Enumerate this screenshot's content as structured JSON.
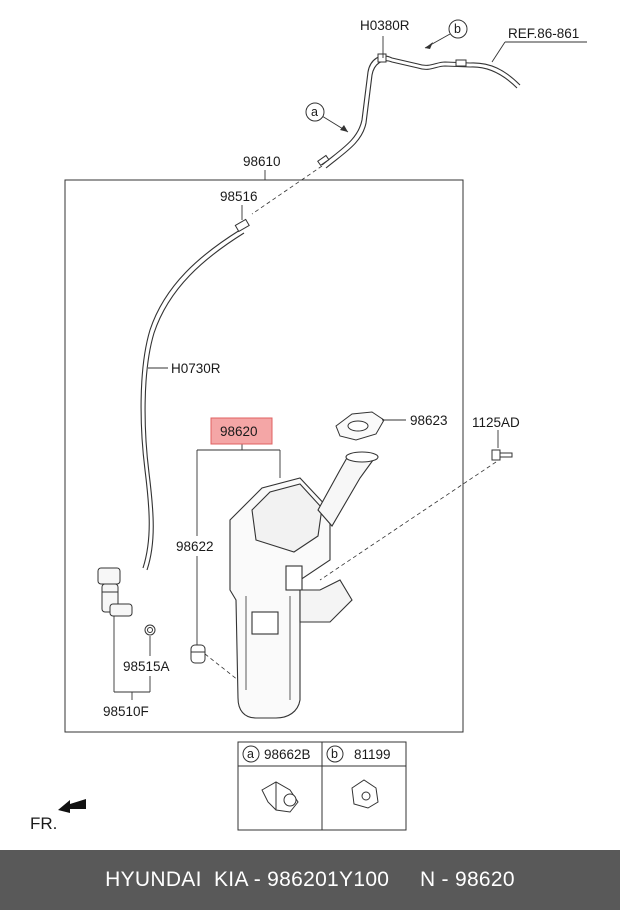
{
  "diagram": {
    "parts": {
      "hose_h0380r": "H0380R",
      "ref": "REF.86-861",
      "reservoir_assy": "98610",
      "check_valve": "98516",
      "hose_h0730r": "H0730R",
      "reservoir": "98620",
      "cap": "98623",
      "bolt": "1125AD",
      "grommet": "98622",
      "pump_seal": "98515A",
      "pump": "98510F"
    },
    "callouts": {
      "a": "a",
      "b": "b"
    },
    "legend": {
      "a_key": "a",
      "a_part": "98662B",
      "b_key": "b",
      "b_part": "81199"
    },
    "front_label": "FR."
  },
  "footer": {
    "text": "HYUNDAI  KIA - 986201Y100     N - 98620"
  },
  "colors": {
    "highlight_fill": "#f4a6a6",
    "highlight_border": "#e06060",
    "footer_bg": "#595959",
    "line": "#222222"
  }
}
